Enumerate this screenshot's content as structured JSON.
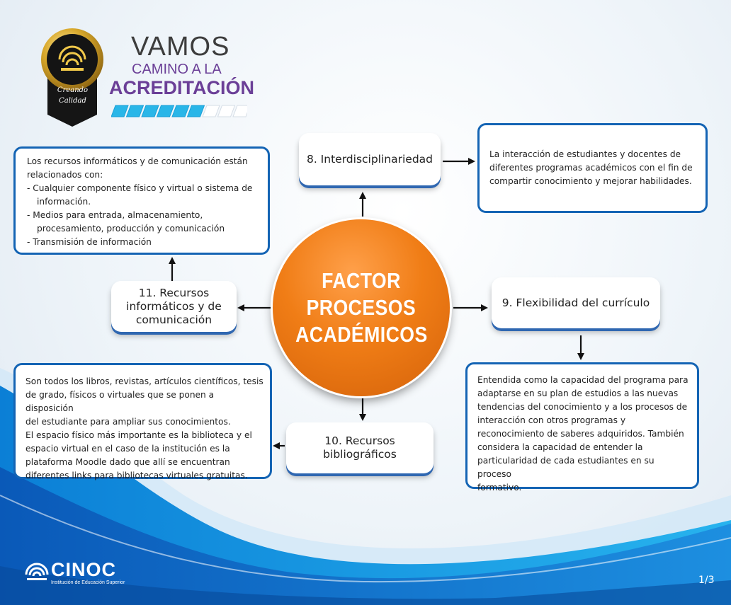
{
  "header": {
    "badge_line1": "Creando",
    "badge_line2": "Calidad",
    "title_line1": "VAMOS",
    "title_line2": "CAMINO A LA",
    "title_line3": "ACREDITACIÓN",
    "progress": {
      "filled_segments": 6,
      "total_segments": 9
    }
  },
  "center": {
    "line1": "FACTOR",
    "line2": "PROCESOS",
    "line3": "ACADÉMICOS"
  },
  "topics": {
    "t8": "8. Interdisciplinariedad",
    "t9": "9. Flexibilidad del currículo",
    "t10_line1": "10. Recursos",
    "t10_line2": "bibliográficos",
    "t11_line1": "11. Recursos",
    "t11_line2": "informáticos y de",
    "t11_line3": "comunicación"
  },
  "descriptions": {
    "d8": [
      "La interacción de estudiantes y docentes de",
      "diferentes programas académicos con el fin de",
      "compartir conocimiento y mejorar habilidades."
    ],
    "d9": [
      "Entendida como la capacidad del programa para",
      "adaptarse en su plan de estudios a las nuevas",
      "tendencias del conocimiento y a los procesos de",
      "interacción con otros programas y",
      "reconocimiento de saberes adquiridos. También",
      "considera la capacidad de entender la",
      "particularidad de cada estudiantes en su proceso",
      "formativo."
    ],
    "d10": [
      "Son todos los libros, revistas, artículos científicos, tesis",
      "de grado, físicos o virtuales que se ponen a disposición",
      "del estudiante para ampliar sus conocimientos.",
      "El espacio físico más importante es la biblioteca y el",
      "espacio virtual en el caso de la institución es la",
      "plataforma Moodle dado que allí se encuentran",
      "diferentes links para bibliotecas virtuales gratuitas."
    ],
    "d11": {
      "intro_line1": "Los recursos informáticos y de comunicación están",
      "intro_line2": "relacionados con:",
      "items": [
        "- Cualquier componente físico y virtual o sistema de información.",
        "- Medios para entrada, almacenamiento, procesamiento, producción y comunicación",
        "- Transmisión de información"
      ]
    }
  },
  "footer": {
    "logo_name": "CINOC",
    "logo_subtitle": "Institución de Educación Superior",
    "page": "1/3"
  },
  "colors": {
    "accent_blue": "#1464b4",
    "purple": "#6b3f97",
    "orange": "#f07d16",
    "progress_cyan": "#29b6e8"
  }
}
